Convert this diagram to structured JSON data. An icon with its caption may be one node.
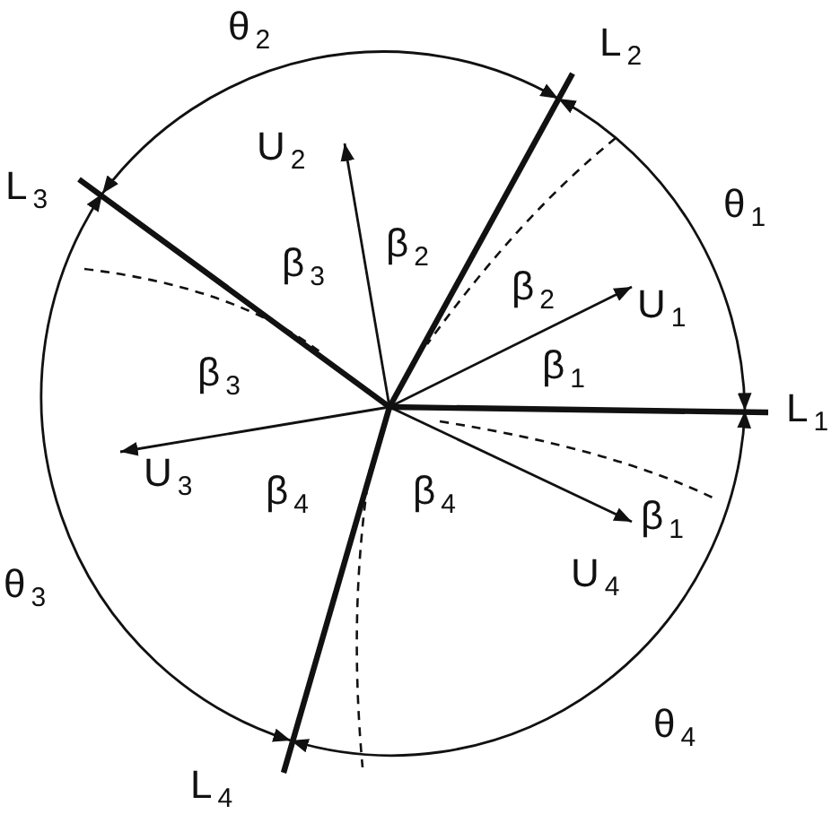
{
  "diagram": {
    "labels": [
      "θ$_{2}$",
      "L$_{2}$",
      "L$_{3}$",
      "U$_{2}$",
      "θ$_{1}$",
      "β$_{2}$",
      "β$_{3}$",
      "β$_{2}$",
      "U$_{1}$",
      "β$_{1}$",
      "β$_{3}$",
      "L$_{1}$",
      "U$_{3}$",
      "β$_{4}$",
      "β$_{4}$",
      "β$_{1}$",
      "U$_{4}$",
      "θ$_{3}$",
      "θ$_{4}$",
      "L$_{4}$"
    ]
  }
}
